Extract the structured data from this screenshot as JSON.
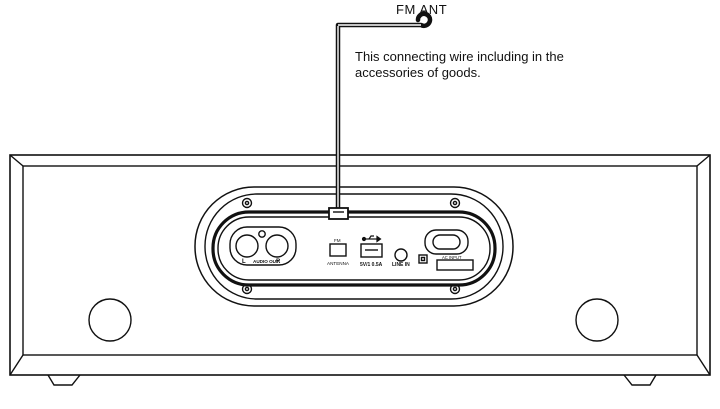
{
  "antenna_label": "FM ANT",
  "note": {
    "line1": "This connecting wire including in the",
    "line2": "accessories of goods."
  },
  "panel_labels": {
    "audio_out": "AUDIO OUT",
    "left": "L",
    "right": "R",
    "fm": "FM",
    "antenna": "ANTENNA",
    "usb_rating": "5V/1 0.5A",
    "line_in": "LINE IN",
    "ac_input": "AC INPUT"
  },
  "colors": {
    "line": "#111111",
    "background": "#ffffff"
  }
}
